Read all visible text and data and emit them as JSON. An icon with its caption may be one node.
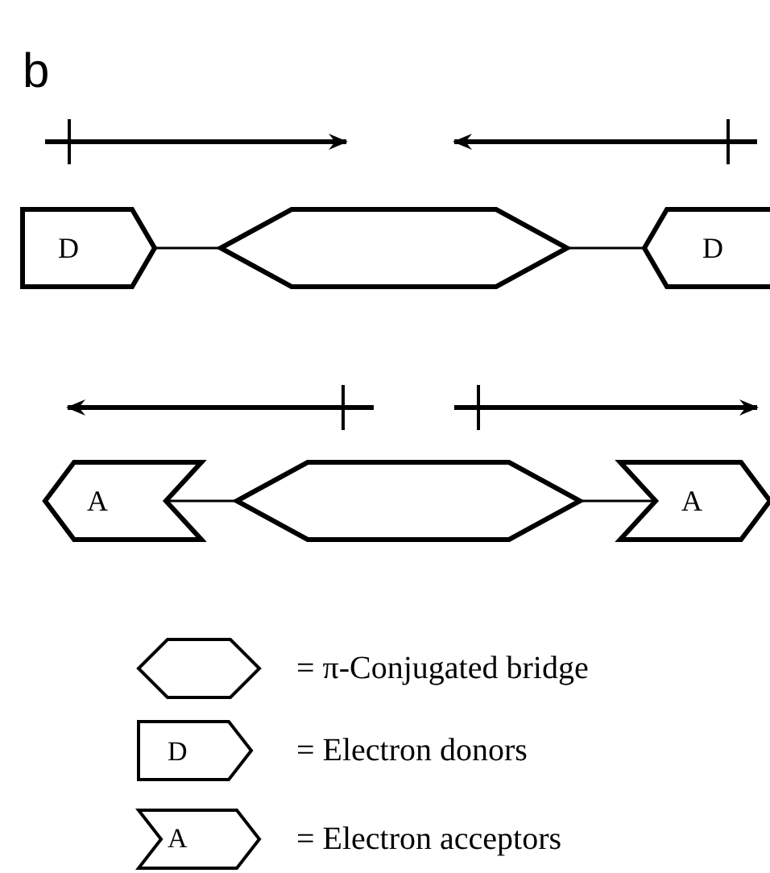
{
  "diagram": {
    "nodes": [
      {
        "text": [
          "D"
        ]
      },
      {
        "text": [],
        "shape": "hexagon"
      },
      {
        "text": [
          "D"
        ]
      },
      {
        "text": [
          "A"
        ]
      },
      {
        "text": [],
        "shape": "hexagon"
      },
      {
        "text": [
          "A"
        ]
      }
    ],
    "edges": [
      {
        "from": 0,
        "to": 1,
        "arrow": "none"
      },
      {
        "from": 1,
        "to": 2,
        "arrow": "none"
      },
      {
        "from": 3,
        "to": 4,
        "arrow": "none"
      },
      {
        "from": 4,
        "to": 5,
        "arrow": "none"
      }
    ],
    "labels": [
      "b",
      "D",
      "A"
    ],
    "legend": [
      {
        "text": "= π-Conjugated bridge"
      },
      {
        "text": "= Electron donors"
      },
      {
        "text": "= Electron acceptors"
      }
    ]
  }
}
